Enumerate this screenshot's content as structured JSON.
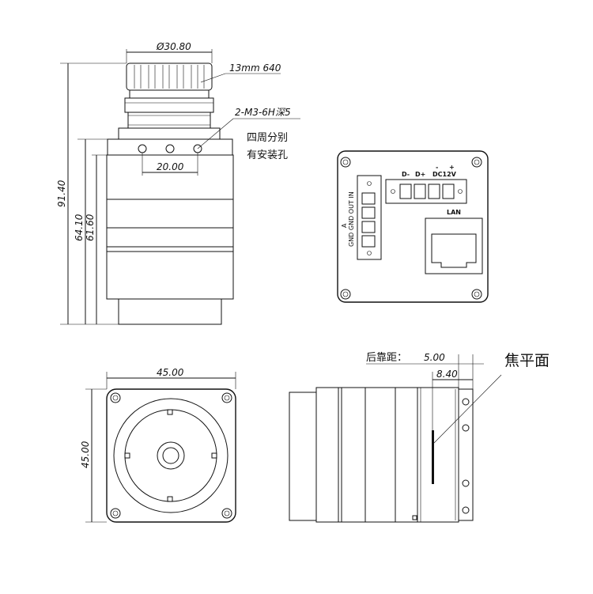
{
  "front_view": {
    "lens_diameter": "Ø30.80",
    "lens_label": "13mm 640",
    "mount_hole_label": "2-M3-6H深5",
    "side_holes_line1": "四周分别",
    "side_holes_line2": "有安装孔",
    "hole_spacing": "20.00",
    "total_height": "91.40",
    "body_height_outer": "64.10",
    "body_height_inner": "61.60"
  },
  "rear_view": {
    "connector_left_pins": "GND GND OUT IN",
    "connector_left_pins_sub": "A",
    "pin_d_minus": "D-",
    "pin_d_plus": "D+",
    "pin_minus": "-",
    "pin_plus": "+",
    "pin_dc": "DC12V",
    "lan_label": "LAN"
  },
  "bottom_front_view": {
    "width": "45.00",
    "height": "45.00"
  },
  "side_view": {
    "back_focus_label": "后靠距：",
    "back_focus_value": "5.00",
    "offset_value": "8.40",
    "focal_plane_label": "焦平面"
  }
}
